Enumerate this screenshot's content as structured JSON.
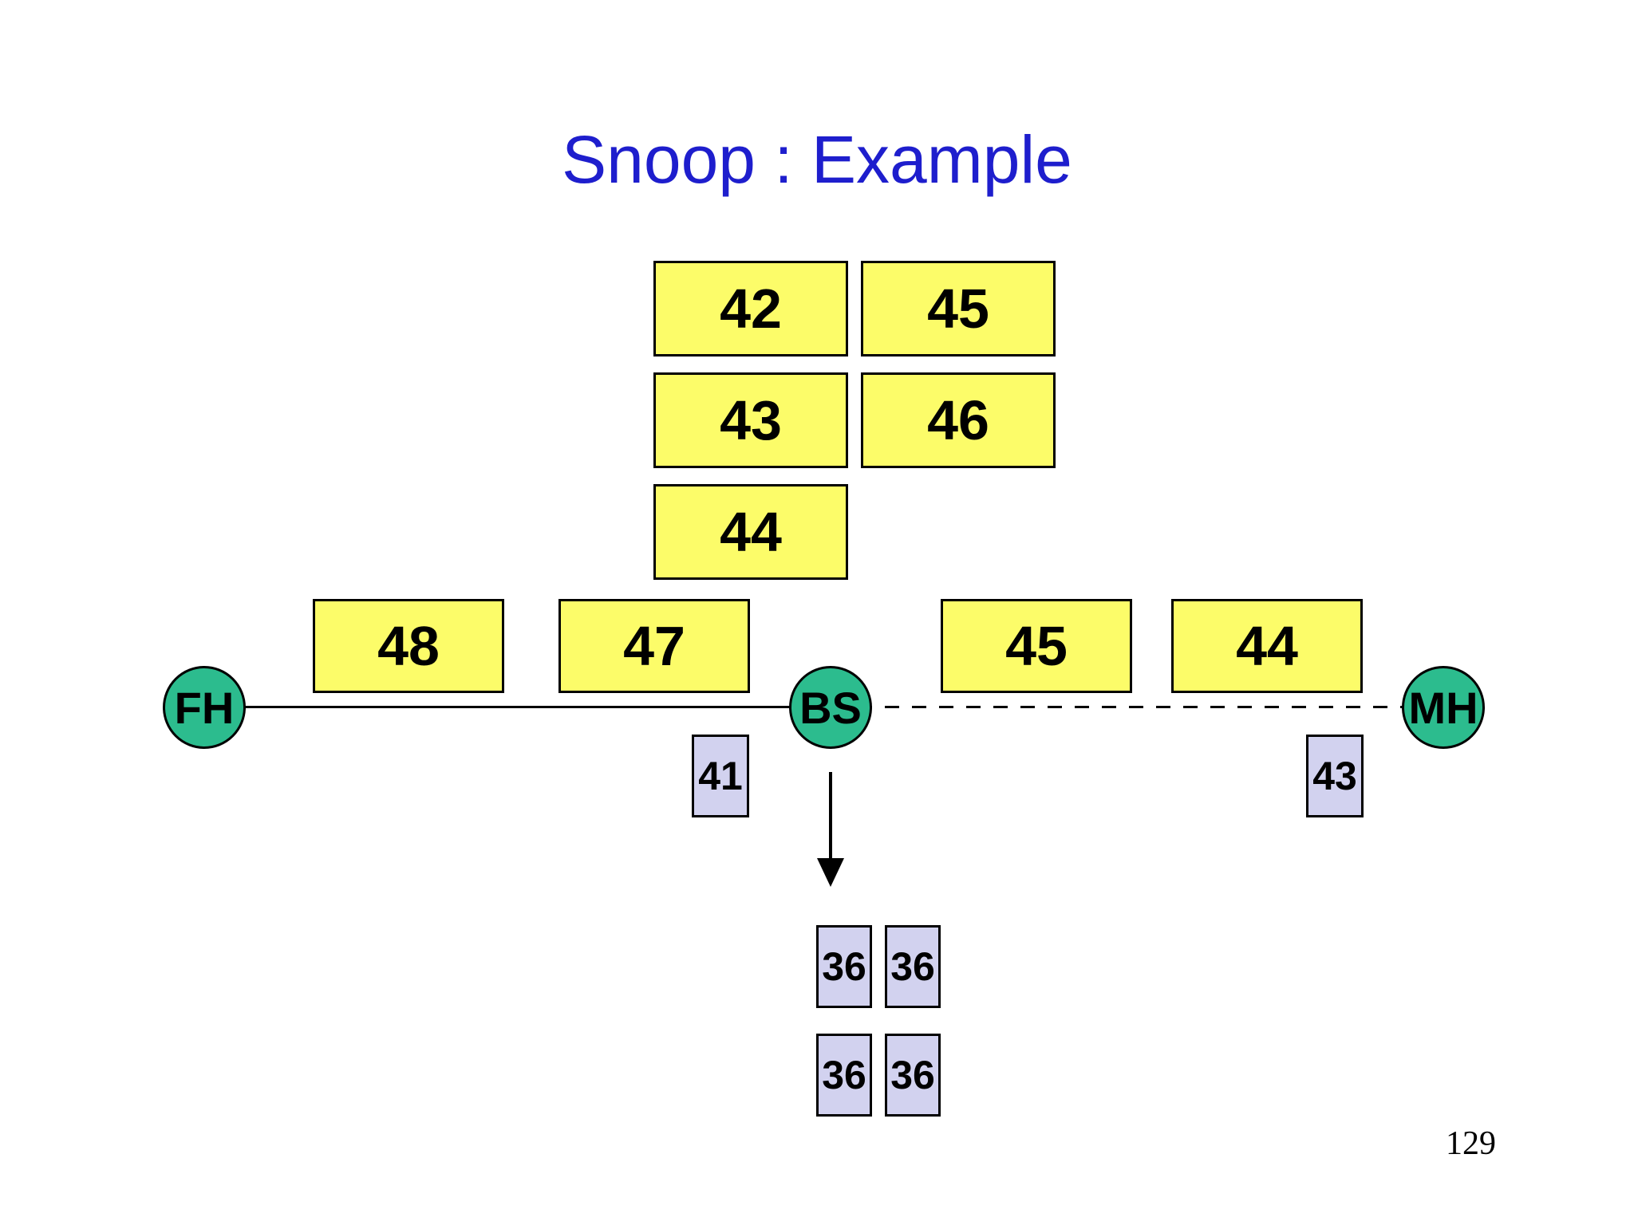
{
  "title": "Snoop : Example",
  "nodes": [
    "FH",
    "BS",
    "MH"
  ],
  "top_boxes": [
    "42",
    "45",
    "43",
    "46",
    "44"
  ],
  "link_boxes_left": [
    "48",
    "47"
  ],
  "link_boxes_right": [
    "45",
    "44"
  ],
  "ack_left": "41",
  "ack_right": "43",
  "cache_boxes": [
    "36",
    "36",
    "36",
    "36"
  ],
  "page_number": "129",
  "colors": {
    "title_blue": "#1E1ECD",
    "packet_yellow": "#FCFC69",
    "node_green": "#2CBC8E",
    "ack_lavender": "#D2D2EF",
    "line_black": "#000000"
  }
}
